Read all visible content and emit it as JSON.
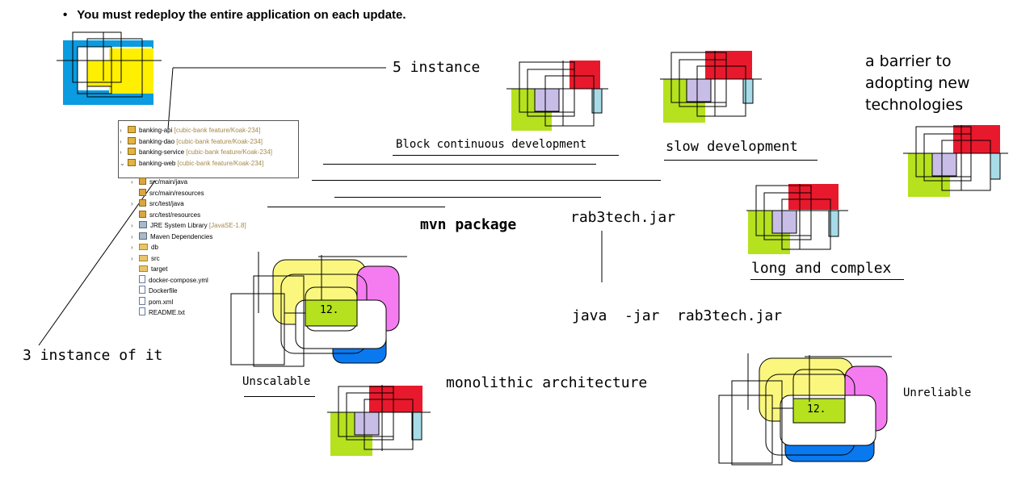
{
  "heading": {
    "bullet": "•",
    "text": "You must redeploy the entire application on each update."
  },
  "labels": {
    "five_instance": "5 instance",
    "block_continuous": "Block continuous development",
    "slow_development": "slow development",
    "barrier_line1": "a barrier to",
    "barrier_line2": "adopting new",
    "barrier_line3": "technologies",
    "mvn_package": "mvn package",
    "jar_name": "rab3tech.jar",
    "long_complex": "long and complex",
    "java_cmd": "java  -jar  rab3tech.jar",
    "three_instance": "3 instance of it",
    "unscalable": "Unscalable",
    "monolithic": "monolithic architecture",
    "unreliable": "Unreliable",
    "badge_a": "12.",
    "badge_b": "12."
  },
  "ide_tree": {
    "projects": [
      {
        "name": "banking-api",
        "tag": "[cubic-bank feature/Koak-234]"
      },
      {
        "name": "banking-dao",
        "tag": "[cubic-bank feature/Koak-234]"
      },
      {
        "name": "banking-service",
        "tag": "[cubic-bank feature/Koak-234]"
      },
      {
        "name": "banking-web",
        "tag": "[cubic-bank feature/Koak-234]"
      }
    ],
    "children": [
      {
        "name": "src/main/java",
        "tag": ""
      },
      {
        "name": "src/main/resources",
        "tag": ""
      },
      {
        "name": "src/test/java",
        "tag": ""
      },
      {
        "name": "src/test/resources",
        "tag": ""
      },
      {
        "name": "JRE System Library",
        "tag": "[JavaSE-1.8]"
      },
      {
        "name": "Maven Dependencies",
        "tag": ""
      },
      {
        "name": "db",
        "tag": ""
      },
      {
        "name": "src",
        "tag": ""
      },
      {
        "name": "target",
        "tag": ""
      },
      {
        "name": "docker-compose.yml",
        "tag": ""
      },
      {
        "name": "Dockerfile",
        "tag": ""
      },
      {
        "name": "pom.xml",
        "tag": ""
      },
      {
        "name": "README.txt",
        "tag": ""
      }
    ]
  },
  "colors": {
    "blue": "#0a9be0",
    "yellow": "#ffef00",
    "red": "#e8192c",
    "green": "#b5e11e",
    "lavender": "#c8bde6",
    "teal": "#a7dbe8",
    "pink": "#f57cf0",
    "light_yellow": "#fbf77e",
    "bright_blue": "#0a79ef",
    "badge": "#b5e11e"
  }
}
